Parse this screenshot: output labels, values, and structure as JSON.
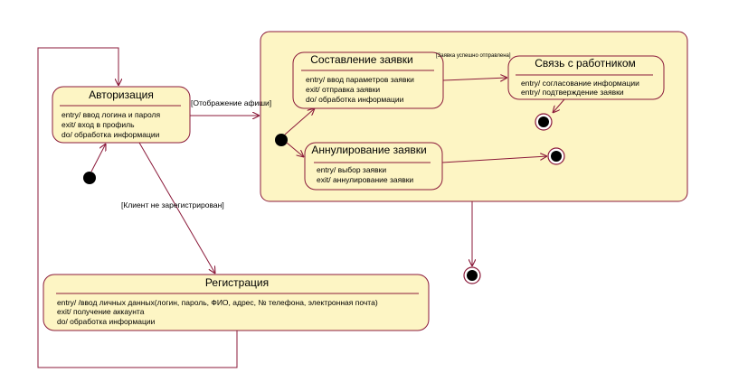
{
  "colors": {
    "stroke": "#8b1a3a",
    "state_fill": "#fdf5c4",
    "background": "#ffffff"
  },
  "states": {
    "authorization": {
      "title": "Авторизация",
      "activities": [
        "entry/ ввод логина и пароля",
        "exit/ вход в профиль",
        "do/ обработка информации"
      ]
    },
    "registration": {
      "title": "Регистрация",
      "activities": [
        "entry/ /ввод личных данных(логин, пароль, ФИО, адрес, № телефона, электронная почта)",
        "exit/ получение аккаунта",
        "do/ обработка информации"
      ]
    },
    "compose_request": {
      "title": "Составление заявки",
      "activities": [
        "entry/ ввод параметров заявки",
        "exit/ отправка заявки",
        "do/ обработка информации"
      ]
    },
    "contact_employee": {
      "title": "Связь с работником",
      "activities": [
        "entry/ согласование информации",
        "entry/ подтверждение заявки"
      ]
    },
    "cancel_request": {
      "title": "Аннулирование заявки",
      "activities": [
        "entry/ выбор заявки",
        "exit/ аннулирование заявки"
      ]
    }
  },
  "transitions": {
    "show_poster": "[Отображение афиши]",
    "not_registered": "[Клиент не зарегистрирован]",
    "request_sent": "[Заявка успешно отправлена]"
  }
}
